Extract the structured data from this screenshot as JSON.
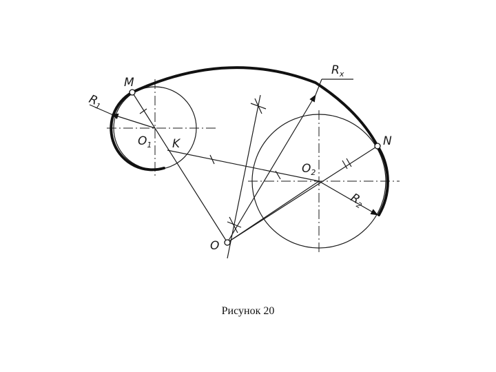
{
  "labels": {
    "M": "M",
    "N": "N",
    "O": "O",
    "O1": "O",
    "O1_sub": "1",
    "O2": "O",
    "O2_sub": "2",
    "K": "K",
    "R1": "R",
    "R1_sub": "1",
    "R2": "R",
    "R2_sub": "2",
    "Rx": "R",
    "Rx_sub": "x"
  },
  "caption": "Рисунок 20"
}
